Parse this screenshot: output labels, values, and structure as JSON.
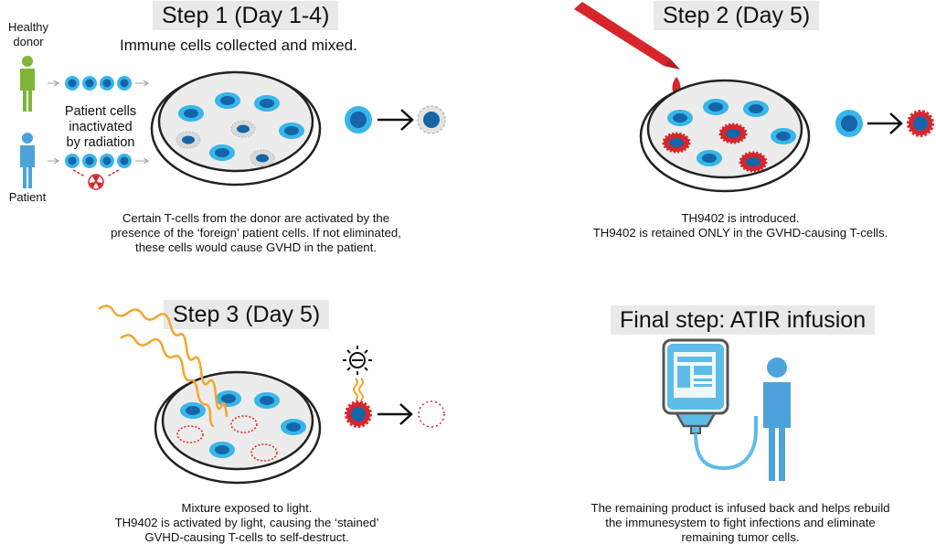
{
  "step1": {
    "title": "Step 1 (Day 1-4)",
    "subtitle": "Immune cells collected and mixed.",
    "donor_label_line1": "Healthy",
    "donor_label_line2": "donor",
    "patient_label": "Patient",
    "inactivated_line1": "Patient cells",
    "inactivated_line2": "inactivated",
    "inactivated_line3": "by radiation",
    "caption": [
      "Certain T-cells from the donor are activated by the",
      "presence of the ‘foreign’ patient cells. If not eliminated,",
      "these cells would cause GVHD in the patient."
    ]
  },
  "step2": {
    "title": "Step 2 (Day 5)",
    "caption": [
      "TH9402 is introduced.",
      "TH9402 is retained ONLY in the GVHD-causing T-cells."
    ]
  },
  "step3": {
    "title": "Step 3 (Day 5)",
    "caption": [
      "Mixture exposed to light.",
      "TH9402 is activated by light, causing the ‘stained’",
      "GVHD-causing T-cells to self-destruct."
    ]
  },
  "final": {
    "title": "Final step: ATIR infusion",
    "caption": [
      "The remaining product is infused back and helps rebuild",
      "the immunesystem to fight infections and eliminate",
      "remaining tumor cells."
    ]
  },
  "colors": {
    "donor_green": "#7fb539",
    "patient_blue": "#4ba3da",
    "cell_outer": "#38b6ea",
    "cell_inner": "#1565a8",
    "stained_red": "#d6262c",
    "light_orange": "#f4a52d",
    "title_bg": "#e9e9ea",
    "iv_bag": "#5dbde6"
  }
}
